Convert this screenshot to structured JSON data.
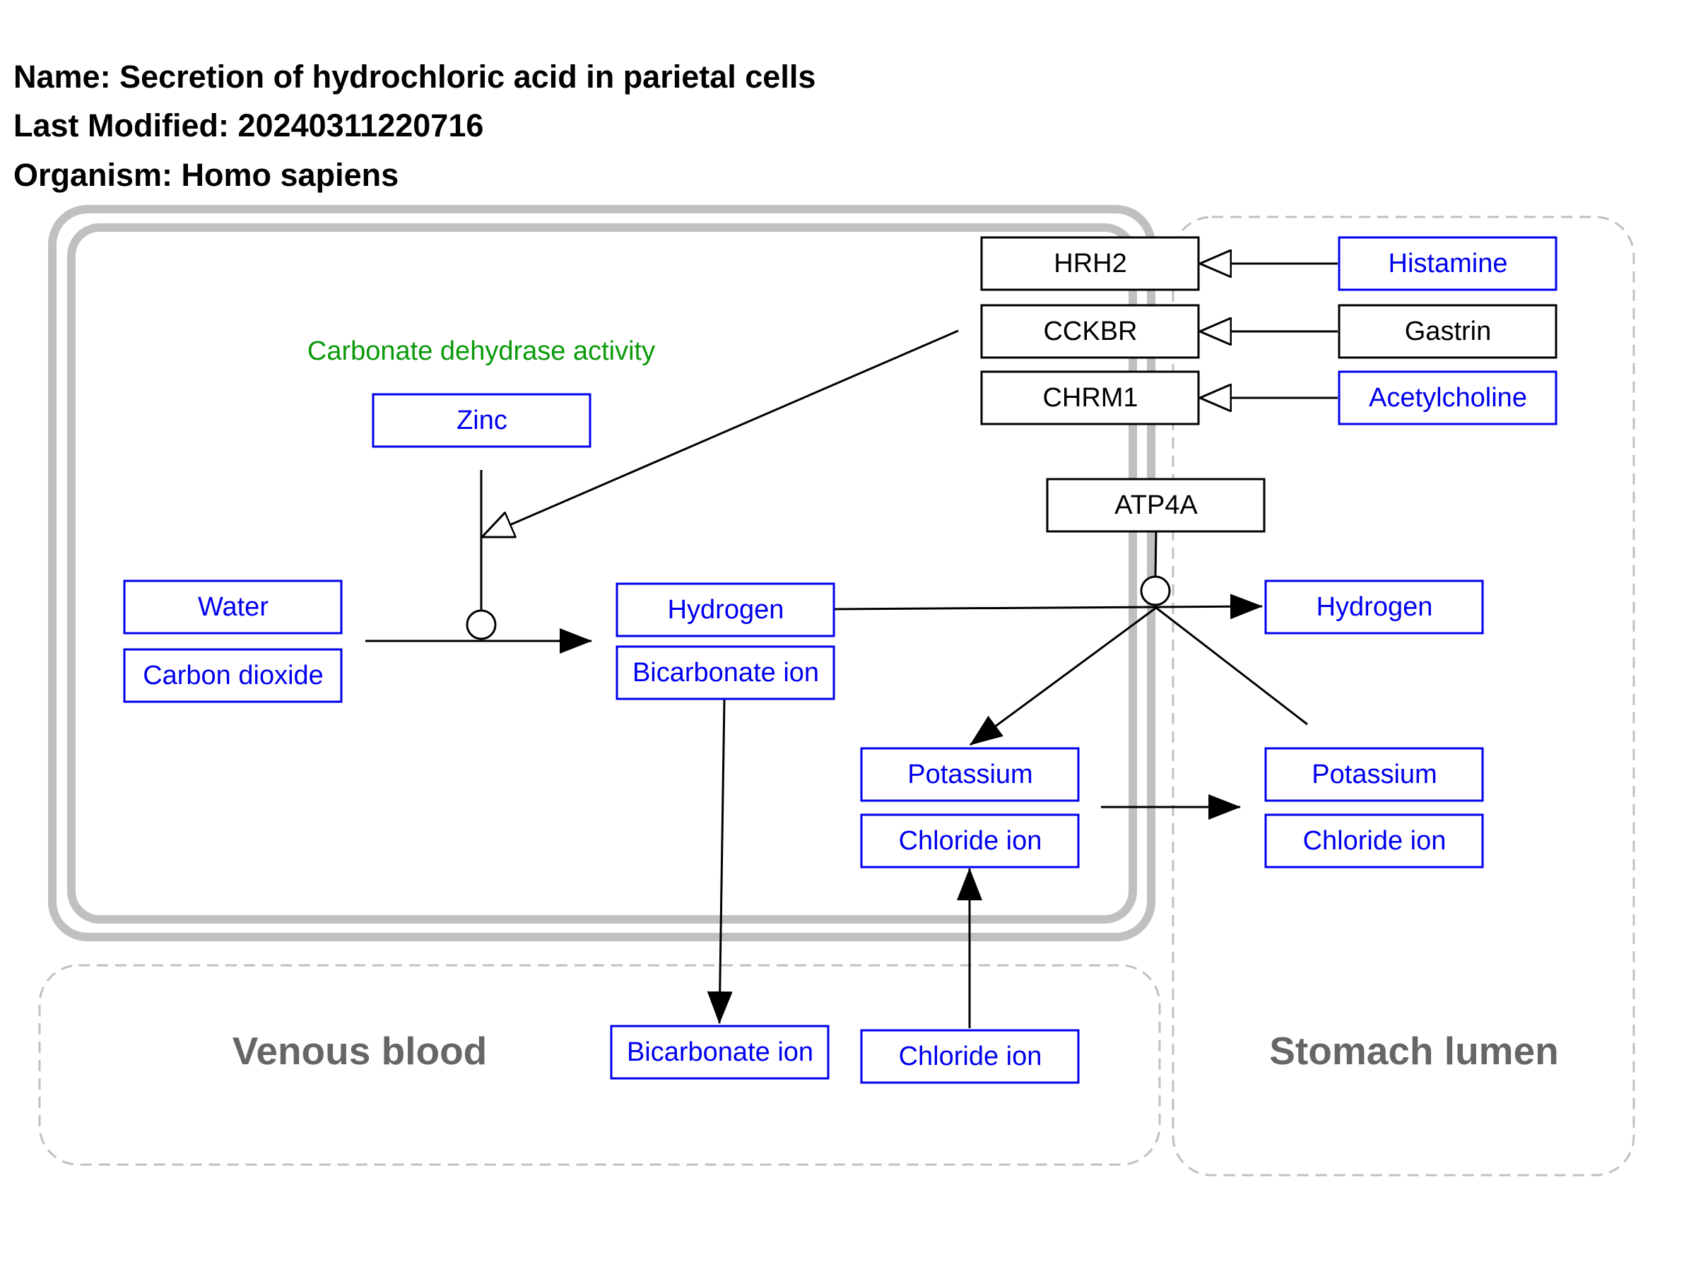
{
  "header": {
    "name": "Name: Secretion of hydrochloric acid in parietal cells",
    "last_modified": "Last Modified: 20240311220716",
    "organism": "Organism: Homo sapiens"
  },
  "compartments": {
    "venous_blood": "Venous blood",
    "stomach_lumen": "Stomach lumen"
  },
  "annotations": {
    "carbonate_dehydrase": "Carbonate dehydrase activity"
  },
  "nodes": {
    "hrh2": "HRH2",
    "cckbr": "CCKBR",
    "chrm1": "CHRM1",
    "histamine": "Histamine",
    "gastrin": "Gastrin",
    "acetylcholine": "Acetylcholine",
    "atp4a": "ATP4A",
    "zinc": "Zinc",
    "water": "Water",
    "carbon_dioxide": "Carbon dioxide",
    "hydrogen_cell": "Hydrogen",
    "bicarbonate_cell": "Bicarbonate ion",
    "hydrogen_lumen": "Hydrogen",
    "potassium_cell": "Potassium",
    "chloride_cell": "Chloride ion",
    "potassium_lumen": "Potassium",
    "chloride_lumen": "Chloride ion",
    "bicarbonate_blood": "Bicarbonate ion",
    "chloride_blood": "Chloride ion"
  },
  "colors": {
    "metabolite": "#0000ee",
    "gene_product": "#000000",
    "label": "#0a9a0a",
    "cell_membrane": "#c0c0c0",
    "compartment_border": "#c0c0c0",
    "compartment_text": "#666666"
  }
}
